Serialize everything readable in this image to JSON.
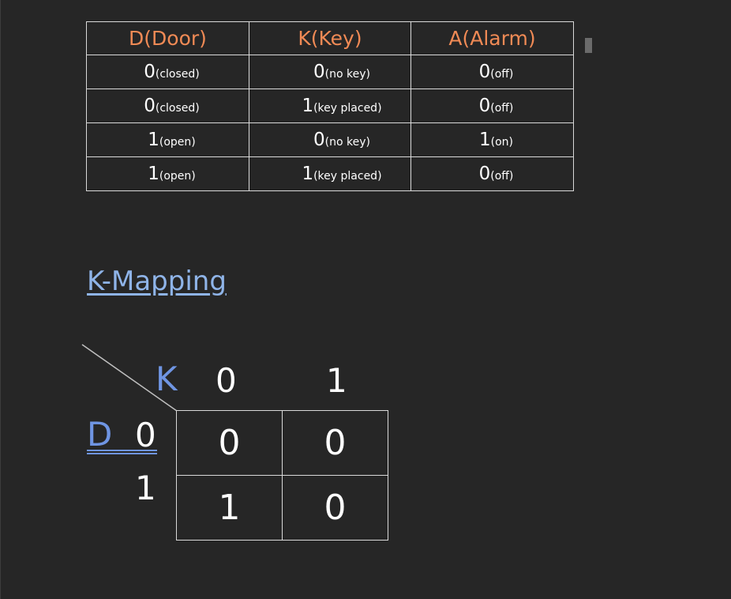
{
  "truth_table": {
    "headers": [
      "D(Door)",
      "K(Key)",
      "A(Alarm)"
    ],
    "rows": [
      {
        "d_val": "0",
        "d_note": "(closed)",
        "k_val": "0",
        "k_note": "(no key)",
        "a_val": "0",
        "a_note": "(off)"
      },
      {
        "d_val": "0",
        "d_note": "(closed)",
        "k_val": "1",
        "k_note": "(key placed)",
        "a_val": "0",
        "a_note": "(off)"
      },
      {
        "d_val": "1",
        "d_note": "(open)",
        "k_val": "0",
        "k_note": "(no key)",
        "a_val": "1",
        "a_note": "(on)"
      },
      {
        "d_val": "1",
        "d_note": "(open)",
        "k_val": "1",
        "k_note": "(key placed)",
        "a_val": "0",
        "a_note": "(off)"
      }
    ]
  },
  "kmap": {
    "heading": "K-Mapping",
    "col_var": "K",
    "col_labels": [
      "0",
      "1"
    ],
    "row_var": "D",
    "row_labels": [
      "0",
      "1"
    ],
    "cells": [
      [
        "0",
        "0"
      ],
      [
        "1",
        "0"
      ]
    ]
  },
  "colors": {
    "background": "#262626",
    "header_text": "#f08a55",
    "variable_text": "#6f95e3",
    "heading_text": "#8fb4e8"
  }
}
